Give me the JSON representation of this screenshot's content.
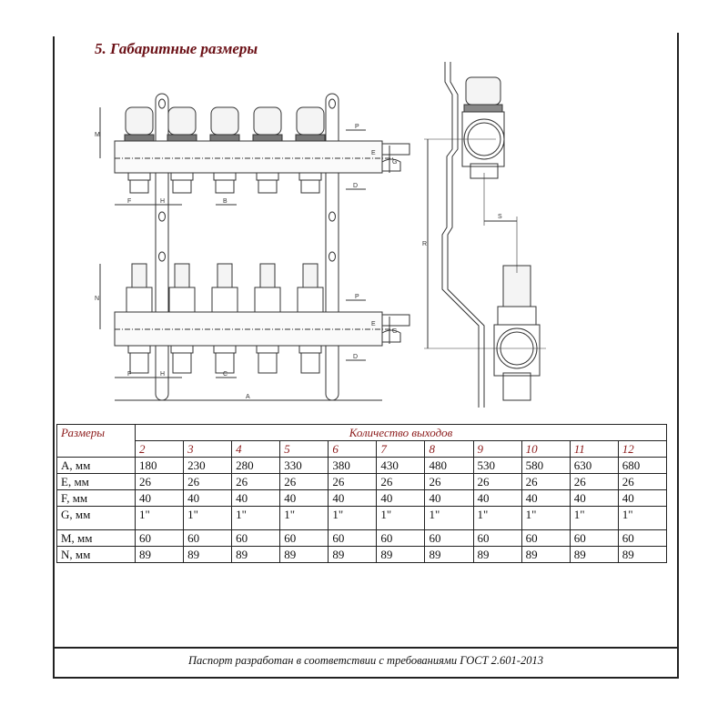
{
  "section_title": "5. Габаритные размеры",
  "drawing_labels": {
    "M": "M",
    "N": "N",
    "P": "P",
    "E": "E",
    "G": "G",
    "D": "D",
    "F": "F",
    "H": "H",
    "B": "B",
    "C": "C",
    "A": "A",
    "R": "R",
    "S": "S"
  },
  "table": {
    "corner_label": "Размеры",
    "group_label": "Количество выходов",
    "columns": [
      "2",
      "3",
      "4",
      "5",
      "6",
      "7",
      "8",
      "9",
      "10",
      "11",
      "12"
    ],
    "rows": [
      {
        "label": "A, мм",
        "values": [
          "180",
          "230",
          "280",
          "330",
          "380",
          "430",
          "480",
          "530",
          "580",
          "630",
          "680"
        ]
      },
      {
        "label": "E, мм",
        "values": [
          "26",
          "26",
          "26",
          "26",
          "26",
          "26",
          "26",
          "26",
          "26",
          "26",
          "26"
        ]
      },
      {
        "label": "F, мм",
        "values": [
          "40",
          "40",
          "40",
          "40",
          "40",
          "40",
          "40",
          "40",
          "40",
          "40",
          "40"
        ]
      },
      {
        "label": "G, мм",
        "values": [
          "1\"",
          "1\"",
          "1\"",
          "1\"",
          "1\"",
          "1\"",
          "1\"",
          "1\"",
          "1\"",
          "1\"",
          "1\""
        ]
      },
      {
        "label": "M, мм",
        "values": [
          "60",
          "60",
          "60",
          "60",
          "60",
          "60",
          "60",
          "60",
          "60",
          "60",
          "60"
        ]
      },
      {
        "label": "N, мм",
        "values": [
          "89",
          "89",
          "89",
          "89",
          "89",
          "89",
          "89",
          "89",
          "89",
          "89",
          "89"
        ]
      }
    ]
  },
  "footer_text": "Паспорт разработан в соответствии с требованиями ГОСТ 2.601-2013",
  "colors": {
    "accent": "#6b1016",
    "header_text": "#8b1a1a"
  }
}
